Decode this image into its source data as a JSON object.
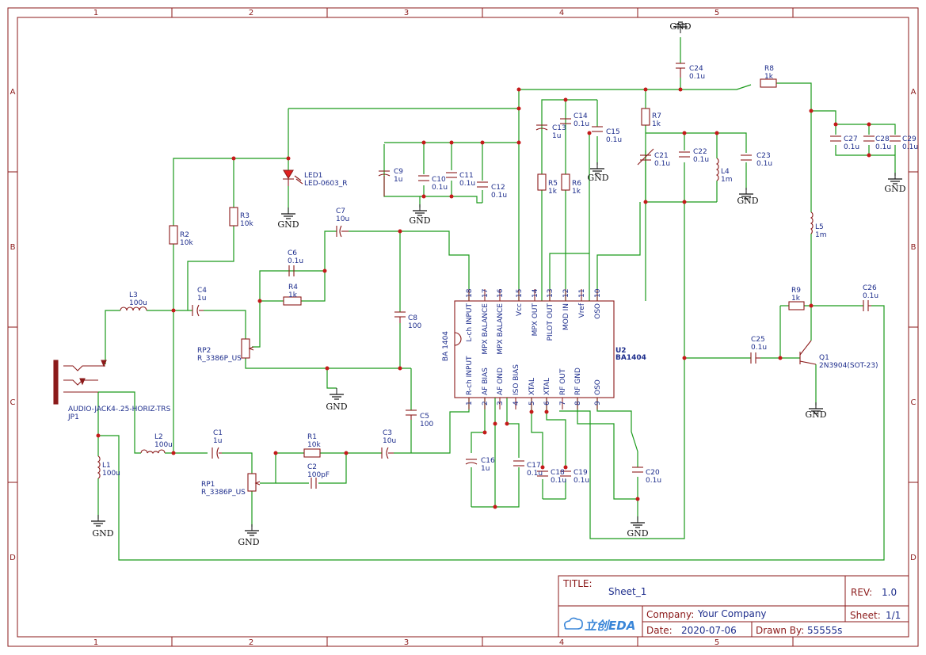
{
  "frame": {
    "columns": [
      "1",
      "2",
      "3",
      "4",
      "5"
    ],
    "rows": [
      "A",
      "B",
      "C",
      "D"
    ]
  },
  "ground_label": "GND",
  "ic": {
    "name": "BA 1404",
    "ref": "U2",
    "part": "BA1404",
    "top_pins": [
      {
        "num": "18",
        "name": "L-ch INPUT"
      },
      {
        "num": "17",
        "name": "MPX BALANCE"
      },
      {
        "num": "16",
        "name": "MPX BALANCE"
      },
      {
        "num": "15",
        "name": "Vcc"
      },
      {
        "num": "14",
        "name": "MPX OUT"
      },
      {
        "num": "13",
        "name": "PILOT OUT"
      },
      {
        "num": "12",
        "name": "MOD IN"
      },
      {
        "num": "11",
        "name": "Vref"
      },
      {
        "num": "10",
        "name": "OSO"
      }
    ],
    "bottom_pins": [
      {
        "num": "1",
        "name": "R-ch INPUT"
      },
      {
        "num": "2",
        "name": "AF BIAS"
      },
      {
        "num": "3",
        "name": "AF OND"
      },
      {
        "num": "4",
        "name": "ISO BIAS"
      },
      {
        "num": "5",
        "name": "XTAL"
      },
      {
        "num": "6",
        "name": "XTAL"
      },
      {
        "num": "7",
        "name": "RF OUT"
      },
      {
        "num": "8",
        "name": "RF GND"
      },
      {
        "num": "9",
        "name": "OSO"
      }
    ]
  },
  "components": {
    "r2": {
      "ref": "R2",
      "val": "10k"
    },
    "r3": {
      "ref": "R3",
      "val": "10k"
    },
    "led1": {
      "ref": "LED1",
      "val": "LED-0603_R"
    },
    "c7": {
      "ref": "C7",
      "val": "10u"
    },
    "c6": {
      "ref": "C6",
      "val": "0.1u"
    },
    "r4": {
      "ref": "R4",
      "val": "1k"
    },
    "l3": {
      "ref": "L3",
      "val": "100u"
    },
    "c4": {
      "ref": "C4",
      "val": "1u"
    },
    "rp2": {
      "ref": "RP2",
      "val": "R_3386P_US"
    },
    "c8": {
      "ref": "C8",
      "val": "100"
    },
    "c5": {
      "ref": "C5",
      "val": "100"
    },
    "jp1": {
      "ref": "JP1",
      "val": "AUDIO-JACK4-.25-HORIZ-TRS"
    },
    "l2": {
      "ref": "L2",
      "val": "100u"
    },
    "c1": {
      "ref": "C1",
      "val": "1u"
    },
    "r1": {
      "ref": "R1",
      "val": "10k"
    },
    "c2": {
      "ref": "C2",
      "val": "100pF"
    },
    "c3": {
      "ref": "C3",
      "val": "10u"
    },
    "rp1": {
      "ref": "RP1",
      "val": "R_3386P_US"
    },
    "l1": {
      "ref": "L1",
      "val": "100u"
    },
    "c9": {
      "ref": "C9",
      "val": "1u"
    },
    "c10": {
      "ref": "C10",
      "val": "0.1u"
    },
    "c11": {
      "ref": "C11",
      "val": "0.1u"
    },
    "c12": {
      "ref": "C12",
      "val": "0.1u"
    },
    "c13": {
      "ref": "C13",
      "val": "1u"
    },
    "c14": {
      "ref": "C14",
      "val": "0.1u"
    },
    "c15": {
      "ref": "C15",
      "val": "0.1u"
    },
    "r5": {
      "ref": "R5",
      "val": "1k"
    },
    "r6": {
      "ref": "R6",
      "val": "1k"
    },
    "r7": {
      "ref": "R7",
      "val": "1k"
    },
    "c21": {
      "ref": "C21",
      "val": "0.1u"
    },
    "c22": {
      "ref": "C22",
      "val": "0.1u"
    },
    "l4": {
      "ref": "L4",
      "val": "1m"
    },
    "c23": {
      "ref": "C23",
      "val": "0.1u"
    },
    "c24": {
      "ref": "C24",
      "val": "0.1u"
    },
    "r8": {
      "ref": "R8",
      "val": "1k"
    },
    "c27": {
      "ref": "C27",
      "val": "0.1u"
    },
    "c28": {
      "ref": "C28",
      "val": "0.1u"
    },
    "c29": {
      "ref": "C29",
      "val": "0.1u"
    },
    "l5": {
      "ref": "L5",
      "val": "1m"
    },
    "r9": {
      "ref": "R9",
      "val": "1k"
    },
    "c26": {
      "ref": "C26",
      "val": "0.1u"
    },
    "c25": {
      "ref": "C25",
      "val": "0.1u"
    },
    "q1": {
      "ref": "Q1",
      "val": "2N3904(SOT-23)"
    },
    "c16": {
      "ref": "C16",
      "val": "1u"
    },
    "c17": {
      "ref": "C17",
      "val": "0.1u"
    },
    "c18": {
      "ref": "C18",
      "val": "0.1u"
    },
    "c19": {
      "ref": "C19",
      "val": "0.1u"
    },
    "c20": {
      "ref": "C20",
      "val": "0.1u"
    }
  },
  "title_block": {
    "title_key": "TITLE:",
    "title": "Sheet_1",
    "rev_key": "REV:",
    "rev": "1.0",
    "company_key": "Company:",
    "company": "Your Company",
    "sheet_key": "Sheet:",
    "sheet": "1/1",
    "date_key": "Date:",
    "date": "2020-07-06",
    "drawn_key": "Drawn By:",
    "drawn": "55555s",
    "logo_text": "立创EDA"
  },
  "colors": {
    "frame": "#8b1a1a",
    "wire": "#1a9a1a",
    "part": "#8b1a1a",
    "label": "#1d2d8c",
    "junction": "#c41a1a"
  }
}
